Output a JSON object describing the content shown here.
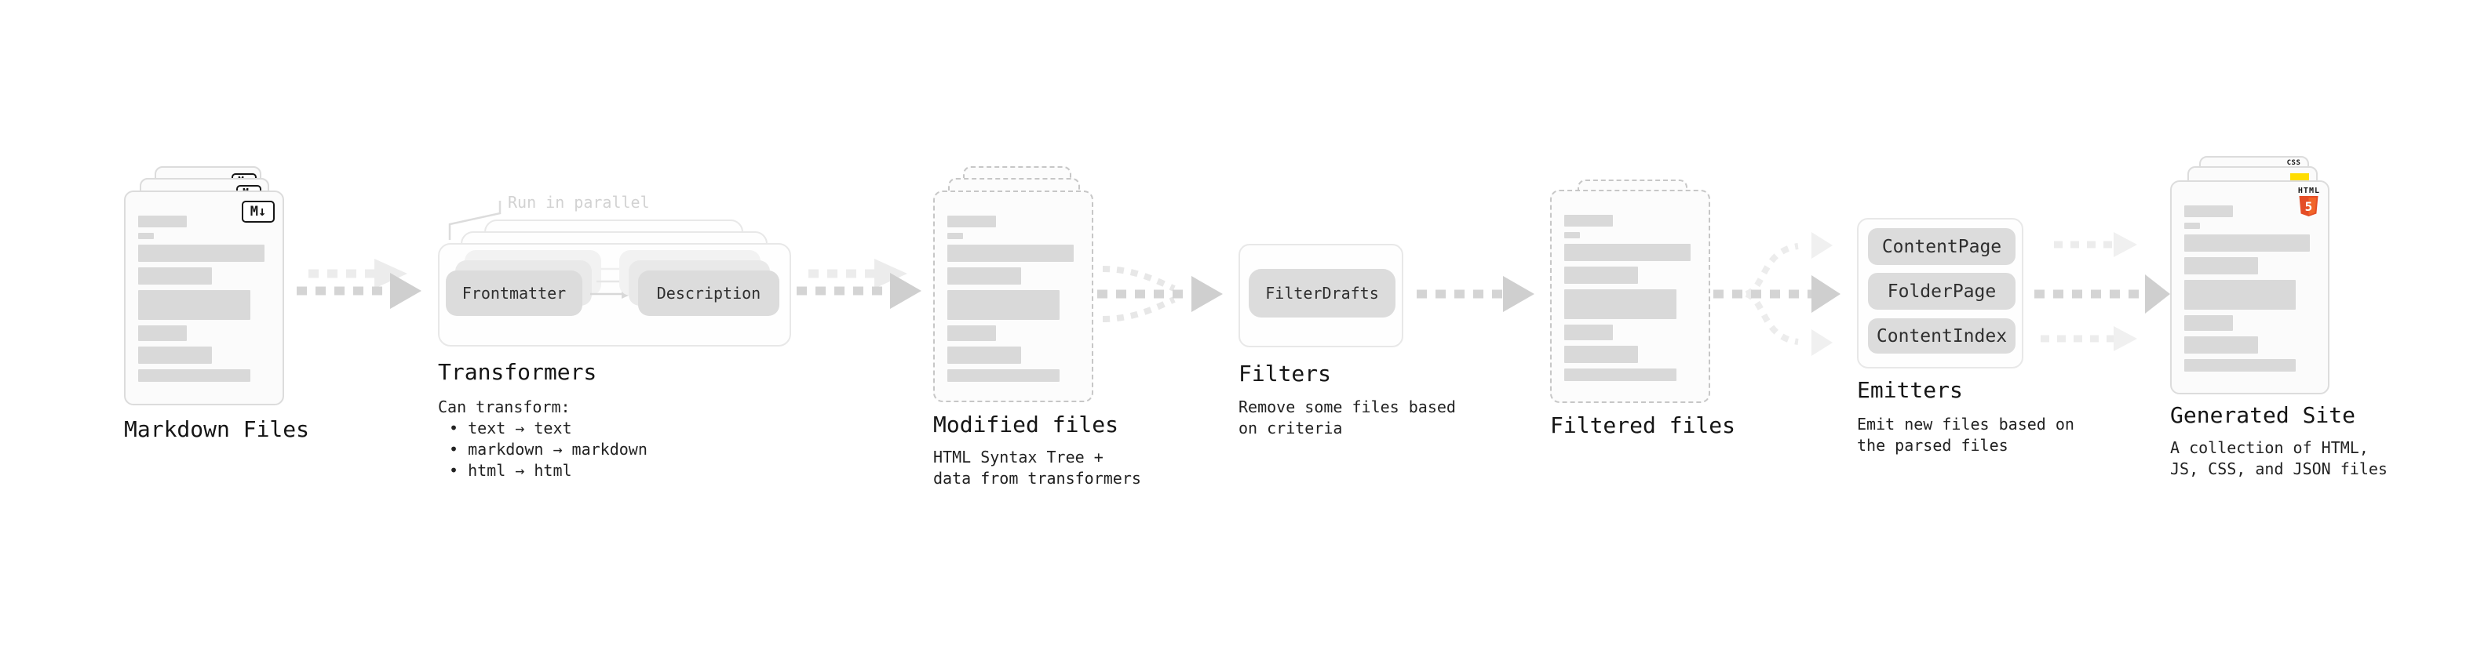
{
  "stages": {
    "markdown_files": {
      "label": "Markdown Files",
      "icon_label": "M↓"
    },
    "transformers": {
      "label": "Transformers",
      "callout": "Run in parallel",
      "pill_frontmatter": "Frontmatter",
      "pill_description": "Description",
      "desc_heading": "Can transform:",
      "bullets": [
        "• text → text",
        "• markdown → markdown",
        "• html → html"
      ]
    },
    "modified_files": {
      "label": "Modified files",
      "desc": [
        "HTML Syntax Tree +",
        "data from transformers"
      ]
    },
    "filters": {
      "label": "Filters",
      "pill": "FilterDrafts",
      "desc": [
        "Remove some files based",
        "on criteria"
      ]
    },
    "filtered_files": {
      "label": "Filtered files"
    },
    "emitters": {
      "label": "Emitters",
      "pills": [
        "ContentPage",
        "FolderPage",
        "ContentIndex"
      ],
      "desc": [
        "Emit new files based on",
        "the parsed files"
      ]
    },
    "generated_site": {
      "label": "Generated Site",
      "desc": [
        "A collection of HTML,",
        "JS, CSS, and JSON files"
      ],
      "icons": {
        "html5_label": "HTML",
        "html5_number": "5",
        "css_label": "CSS"
      }
    }
  },
  "colors": {
    "html5_orange": "#e44d26",
    "html5_orange_light": "#f16529",
    "js_yellow": "#ffdd00",
    "css_blue": "#2d6ae3",
    "arrow_gray": "#d4d4d4",
    "arrow_faint": "#ececec",
    "skeleton_gray": "#d9d9d9"
  }
}
